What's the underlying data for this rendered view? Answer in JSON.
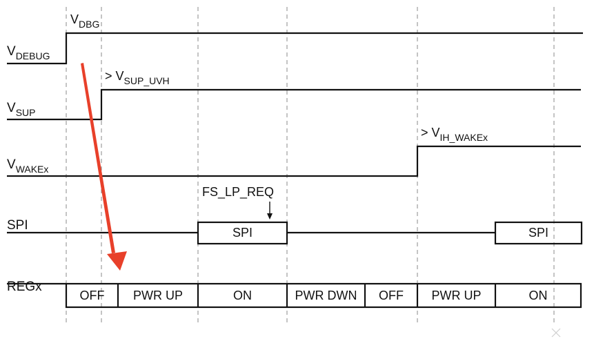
{
  "colors": {
    "signal": "#111111",
    "gridline": "#8a8a8a",
    "arrow": "#e8402a"
  },
  "signals": [
    {
      "main": "V",
      "sub": "DEBUG"
    },
    {
      "main": "V",
      "sub": "SUP"
    },
    {
      "main": "V",
      "sub": "WAKEx"
    },
    {
      "main": "SPI",
      "sub": ""
    },
    {
      "main": "REGx",
      "sub": ""
    }
  ],
  "annotations": [
    {
      "prefix": "V",
      "sub": "DBG"
    },
    {
      "prefix": "> V",
      "sub": "SUP_UVH"
    },
    {
      "prefix": "> V",
      "sub": "IH_WAKEx"
    },
    {
      "prefix": "FS_LP_REQ",
      "sub": ""
    }
  ],
  "spi_boxes": [
    "SPI",
    "SPI"
  ],
  "reg_states": [
    "OFF",
    "PWR UP",
    "ON",
    "PWR DWN",
    "OFF",
    "PWR UP",
    "ON"
  ],
  "icons": {
    "request_arrow": "arrow-down-icon",
    "callout_arrow": "red-arrow-icon"
  }
}
